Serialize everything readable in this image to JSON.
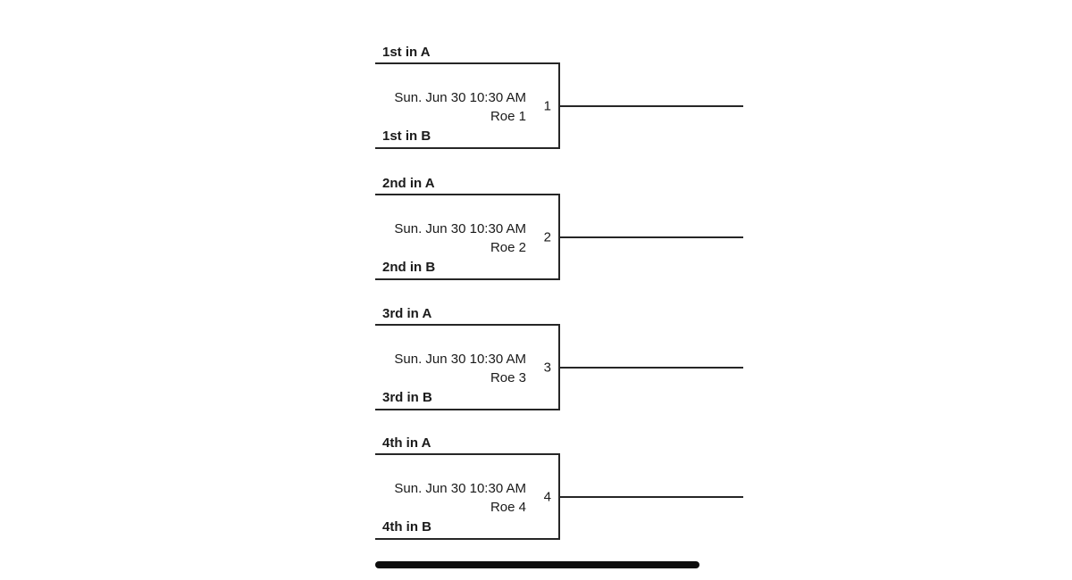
{
  "colors": {
    "line": "#262626",
    "text": "#1a1a1a",
    "thumb": "#0d0d0d",
    "bg": "#ffffff"
  },
  "bracket": {
    "matches": [
      {
        "number": "1",
        "slot_top": "1st in A",
        "slot_bottom": "1st in B",
        "datetime": "Sun. Jun 30 10:30 AM",
        "court": "Roe 1"
      },
      {
        "number": "2",
        "slot_top": "2nd in A",
        "slot_bottom": "2nd in B",
        "datetime": "Sun. Jun 30 10:30 AM",
        "court": "Roe 2"
      },
      {
        "number": "3",
        "slot_top": "3rd in A",
        "slot_bottom": "3rd in B",
        "datetime": "Sun. Jun 30 10:30 AM",
        "court": "Roe 3"
      },
      {
        "number": "4",
        "slot_top": "4th in A",
        "slot_bottom": "4th in B",
        "datetime": "Sun. Jun 30 10:30 AM",
        "court": "Roe 4"
      }
    ]
  },
  "scrollbar": {
    "orientation": "horizontal"
  }
}
